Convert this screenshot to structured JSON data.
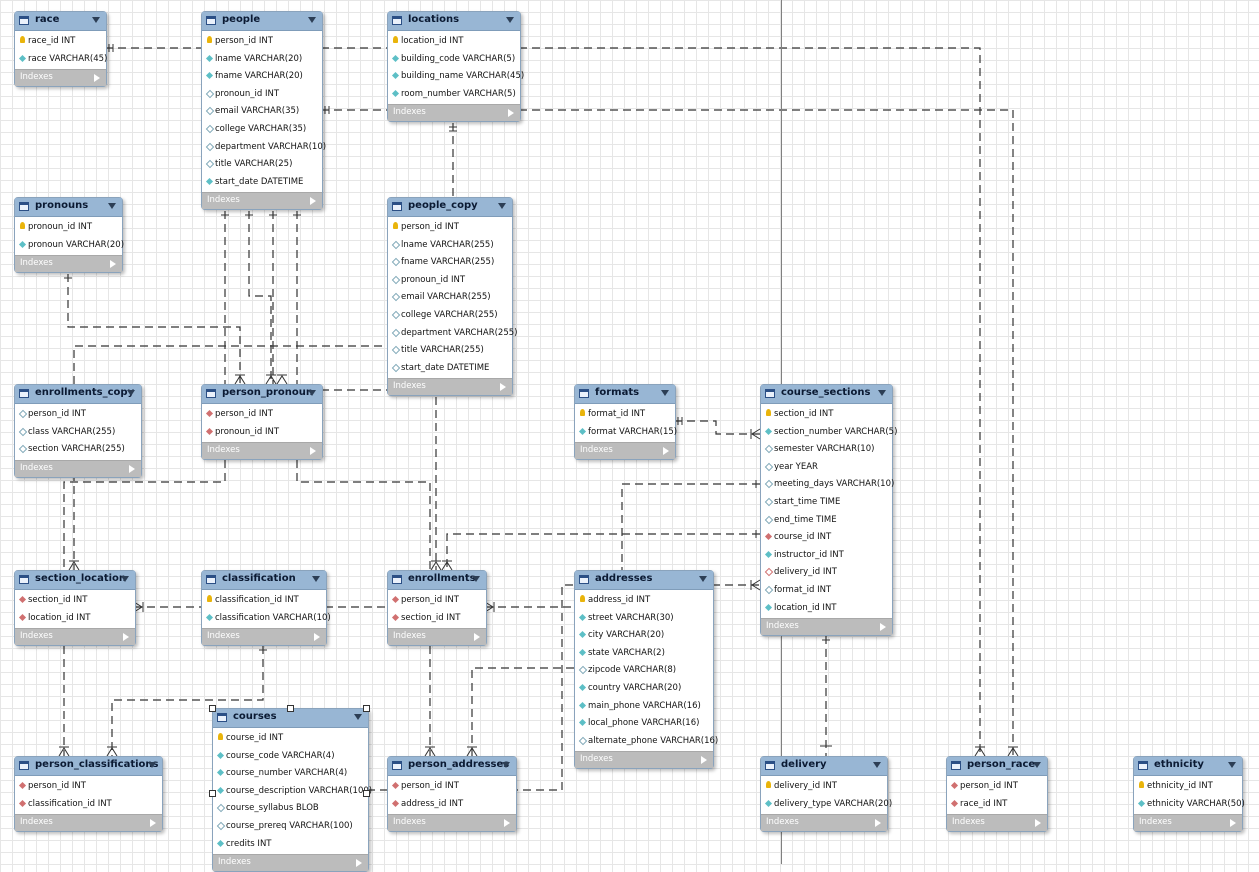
{
  "footer_label": "Indexes",
  "colors": {
    "header": "#98b6d4",
    "footer": "#bcbcbc",
    "line": "#333333",
    "key": "#e9b40b",
    "column": "#5dbfc6",
    "foreign_key": "#d07070"
  },
  "icons": {
    "key": "primary-key-icon",
    "fill": "column-not-null-icon",
    "empty": "column-nullable-icon",
    "fk": "foreign-key-icon",
    "fkempty": "foreign-key-nullable-icon"
  },
  "tables": [
    {
      "id": "race",
      "name": "race",
      "columns": [
        {
          "text": "race_id INT",
          "icon": "key"
        },
        {
          "text": "race VARCHAR(45)",
          "icon": "fill"
        }
      ]
    },
    {
      "id": "people",
      "name": "people",
      "columns": [
        {
          "text": "person_id INT",
          "icon": "key"
        },
        {
          "text": "lname VARCHAR(20)",
          "icon": "fill"
        },
        {
          "text": "fname VARCHAR(20)",
          "icon": "fill"
        },
        {
          "text": "pronoun_id INT",
          "icon": "empty"
        },
        {
          "text": "email VARCHAR(35)",
          "icon": "empty"
        },
        {
          "text": "college VARCHAR(35)",
          "icon": "empty"
        },
        {
          "text": "department VARCHAR(10)",
          "icon": "empty"
        },
        {
          "text": "title VARCHAR(25)",
          "icon": "empty"
        },
        {
          "text": "start_date DATETIME",
          "icon": "fill"
        }
      ]
    },
    {
      "id": "locations",
      "name": "locations",
      "columns": [
        {
          "text": "location_id INT",
          "icon": "key"
        },
        {
          "text": "building_code VARCHAR(5)",
          "icon": "fill"
        },
        {
          "text": "building_name VARCHAR(45)",
          "icon": "fill"
        },
        {
          "text": "room_number VARCHAR(5)",
          "icon": "fill"
        }
      ]
    },
    {
      "id": "pronouns",
      "name": "pronouns",
      "columns": [
        {
          "text": "pronoun_id INT",
          "icon": "key"
        },
        {
          "text": "pronoun VARCHAR(20)",
          "icon": "fill"
        }
      ]
    },
    {
      "id": "people_copy",
      "name": "people_copy",
      "columns": [
        {
          "text": "person_id INT",
          "icon": "key"
        },
        {
          "text": "lname VARCHAR(255)",
          "icon": "empty"
        },
        {
          "text": "fname VARCHAR(255)",
          "icon": "empty"
        },
        {
          "text": "pronoun_id INT",
          "icon": "empty"
        },
        {
          "text": "email VARCHAR(255)",
          "icon": "empty"
        },
        {
          "text": "college VARCHAR(255)",
          "icon": "empty"
        },
        {
          "text": "department VARCHAR(255)",
          "icon": "empty"
        },
        {
          "text": "title VARCHAR(255)",
          "icon": "empty"
        },
        {
          "text": "start_date DATETIME",
          "icon": "empty"
        }
      ]
    },
    {
      "id": "enrollments_copy",
      "name": "enrollments_copy",
      "columns": [
        {
          "text": "person_id INT",
          "icon": "empty"
        },
        {
          "text": "class VARCHAR(255)",
          "icon": "empty"
        },
        {
          "text": "section VARCHAR(255)",
          "icon": "empty"
        }
      ]
    },
    {
      "id": "person_pronoun",
      "name": "person_pronoun",
      "columns": [
        {
          "text": "person_id INT",
          "icon": "fk"
        },
        {
          "text": "pronoun_id INT",
          "icon": "fk"
        }
      ]
    },
    {
      "id": "formats",
      "name": "formats",
      "columns": [
        {
          "text": "format_id INT",
          "icon": "key"
        },
        {
          "text": "format VARCHAR(15)",
          "icon": "fill"
        }
      ]
    },
    {
      "id": "course_sections",
      "name": "course_sections",
      "columns": [
        {
          "text": "section_id INT",
          "icon": "key"
        },
        {
          "text": "section_number VARCHAR(5)",
          "icon": "fill"
        },
        {
          "text": "semester VARCHAR(10)",
          "icon": "empty"
        },
        {
          "text": "year YEAR",
          "icon": "empty"
        },
        {
          "text": "meeting_days VARCHAR(10)",
          "icon": "empty"
        },
        {
          "text": "start_time TIME",
          "icon": "empty"
        },
        {
          "text": "end_time TIME",
          "icon": "empty"
        },
        {
          "text": "course_id INT",
          "icon": "fk"
        },
        {
          "text": "instructor_id INT",
          "icon": "fill"
        },
        {
          "text": "delivery_id INT",
          "icon": "fkempty"
        },
        {
          "text": "format_id INT",
          "icon": "empty"
        },
        {
          "text": "location_id INT",
          "icon": "fill"
        }
      ]
    },
    {
      "id": "section_location",
      "name": "section_location",
      "columns": [
        {
          "text": "section_id INT",
          "icon": "fk"
        },
        {
          "text": "location_id INT",
          "icon": "fk"
        }
      ]
    },
    {
      "id": "classification",
      "name": "classification",
      "columns": [
        {
          "text": "classification_id INT",
          "icon": "key"
        },
        {
          "text": "classification VARCHAR(10)",
          "icon": "fill"
        }
      ]
    },
    {
      "id": "enrollments",
      "name": "enrollments",
      "columns": [
        {
          "text": "person_id INT",
          "icon": "fk"
        },
        {
          "text": "section_id INT",
          "icon": "fk"
        }
      ]
    },
    {
      "id": "addresses",
      "name": "addresses",
      "columns": [
        {
          "text": "address_id INT",
          "icon": "key"
        },
        {
          "text": "street VARCHAR(30)",
          "icon": "fill"
        },
        {
          "text": "city VARCHAR(20)",
          "icon": "fill"
        },
        {
          "text": "state VARCHAR(2)",
          "icon": "fill"
        },
        {
          "text": "zipcode VARCHAR(8)",
          "icon": "empty"
        },
        {
          "text": "country VARCHAR(20)",
          "icon": "fill"
        },
        {
          "text": "main_phone VARCHAR(16)",
          "icon": "fill"
        },
        {
          "text": "local_phone VARCHAR(16)",
          "icon": "fill"
        },
        {
          "text": "alternate_phone VARCHAR(16)",
          "icon": "empty"
        }
      ]
    },
    {
      "id": "courses",
      "name": "courses",
      "columns": [
        {
          "text": "course_id INT",
          "icon": "key"
        },
        {
          "text": "course_code VARCHAR(4)",
          "icon": "fill"
        },
        {
          "text": "course_number VARCHAR(4)",
          "icon": "fill"
        },
        {
          "text": "course_description VARCHAR(100)",
          "icon": "fill"
        },
        {
          "text": "course_syllabus BLOB",
          "icon": "empty"
        },
        {
          "text": "course_prereq VARCHAR(100)",
          "icon": "empty"
        },
        {
          "text": "credits INT",
          "icon": "fill"
        }
      ]
    },
    {
      "id": "person_classifications",
      "name": "person_classifications",
      "columns": [
        {
          "text": "person_id INT",
          "icon": "fk"
        },
        {
          "text": "classification_id INT",
          "icon": "fk"
        }
      ]
    },
    {
      "id": "person_addresses",
      "name": "person_addresses",
      "columns": [
        {
          "text": "person_id INT",
          "icon": "fk"
        },
        {
          "text": "address_id INT",
          "icon": "fk"
        }
      ]
    },
    {
      "id": "delivery",
      "name": "delivery",
      "columns": [
        {
          "text": "delivery_id INT",
          "icon": "key"
        },
        {
          "text": "delivery_type VARCHAR(20)",
          "icon": "fill"
        }
      ]
    },
    {
      "id": "person_race",
      "name": "person_race",
      "columns": [
        {
          "text": "person_id INT",
          "icon": "fk"
        },
        {
          "text": "race_id INT",
          "icon": "fk"
        }
      ]
    },
    {
      "id": "ethnicity",
      "name": "ethnicity",
      "columns": [
        {
          "text": "ethnicity_id INT",
          "icon": "key"
        },
        {
          "text": "ethnicity VARCHAR(50)",
          "icon": "fill"
        }
      ]
    }
  ]
}
